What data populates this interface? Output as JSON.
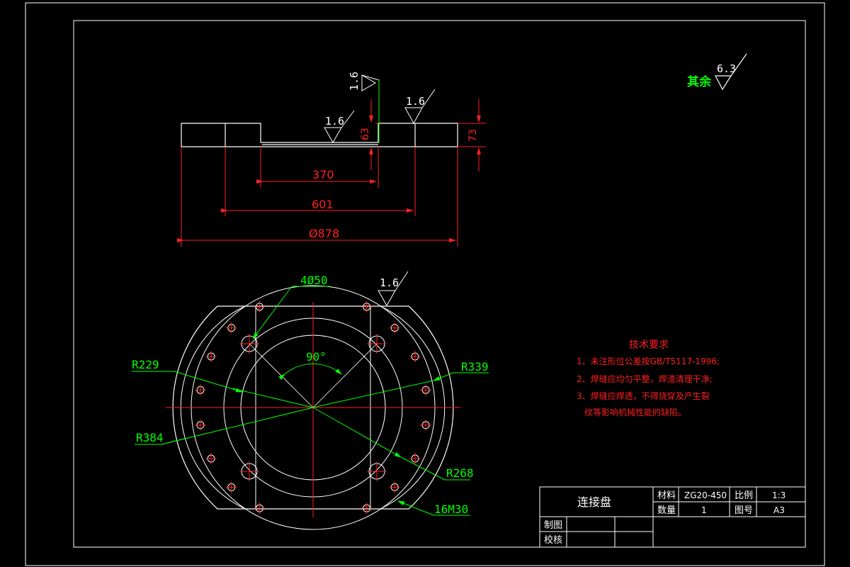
{
  "colors": {
    "background": "#000000",
    "outline": "#ffffff",
    "dimension": "#ff2020",
    "leader": "#00ff00",
    "hole_mark": "#ff2020"
  },
  "roughness": {
    "general_label": "其余",
    "general_value": "6.3",
    "side_vertical": "1.6",
    "side_inner": "1.6",
    "side_right": "1.6",
    "plan_top": "1.6"
  },
  "side_view_dims": {
    "d370": "370",
    "d601": "601",
    "d878": "Ø878",
    "h63": "63",
    "h73": "73"
  },
  "plan_view_labels": {
    "holes_4": "4Ø50",
    "angle": "90°",
    "r229": "R229",
    "r384": "R384",
    "r339": "R339",
    "r268": "R268",
    "holes_16": "16M30"
  },
  "tech_requirements": {
    "title": "技术要求",
    "line1": "1、未注形位公差按GB/T5117-1996;",
    "line2": "2、焊缝应均匀平整，焊渣清理干净;",
    "line3": "3、焊缝应焊透，不得烧穿及产生裂",
    "line4": "纹等影响机械性能的缺陷。"
  },
  "title_block": {
    "part_name": "连接盘",
    "material_label": "材料",
    "material_value": "ZG20-450",
    "scale_label": "比例",
    "scale_value": "1:3",
    "qty_label": "数量",
    "qty_value": "1",
    "drawing_no_label": "图号",
    "drawing_no_value": "A3",
    "drawn_label": "制图",
    "checked_label": "校核"
  }
}
